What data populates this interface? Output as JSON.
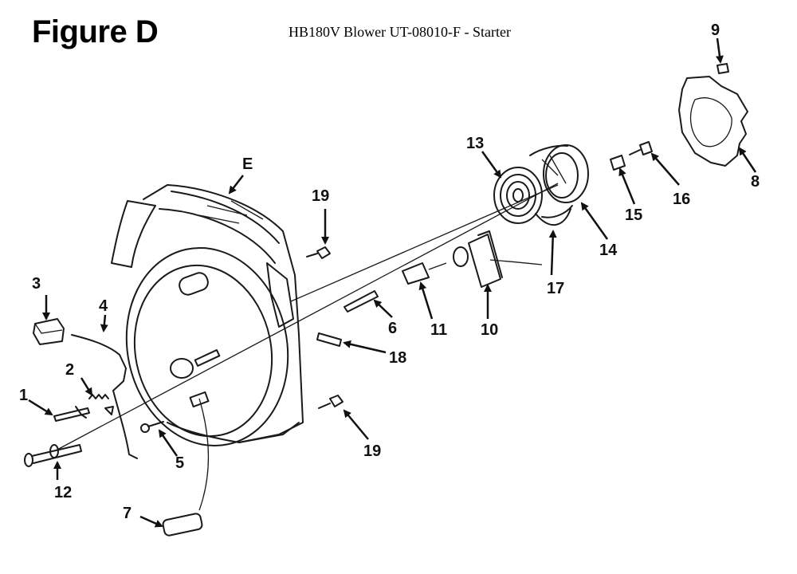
{
  "figure": {
    "title": "Figure D",
    "subtitle": "HB180V Blower UT-08010-F - Starter"
  },
  "labels": {
    "l1": "1",
    "l2": "2",
    "l3": "3",
    "l4": "4",
    "l5": "5",
    "l6": "6",
    "l7": "7",
    "l8": "8",
    "l9": "9",
    "l10": "10",
    "l11": "11",
    "l12": "12",
    "l13": "13",
    "l14": "14",
    "l15": "15",
    "l16": "16",
    "l17": "17",
    "l18": "18",
    "l19a": "19",
    "l19b": "19",
    "lE": "E"
  },
  "colors": {
    "ink": "#1a1a1a",
    "background": "#ffffff"
  }
}
